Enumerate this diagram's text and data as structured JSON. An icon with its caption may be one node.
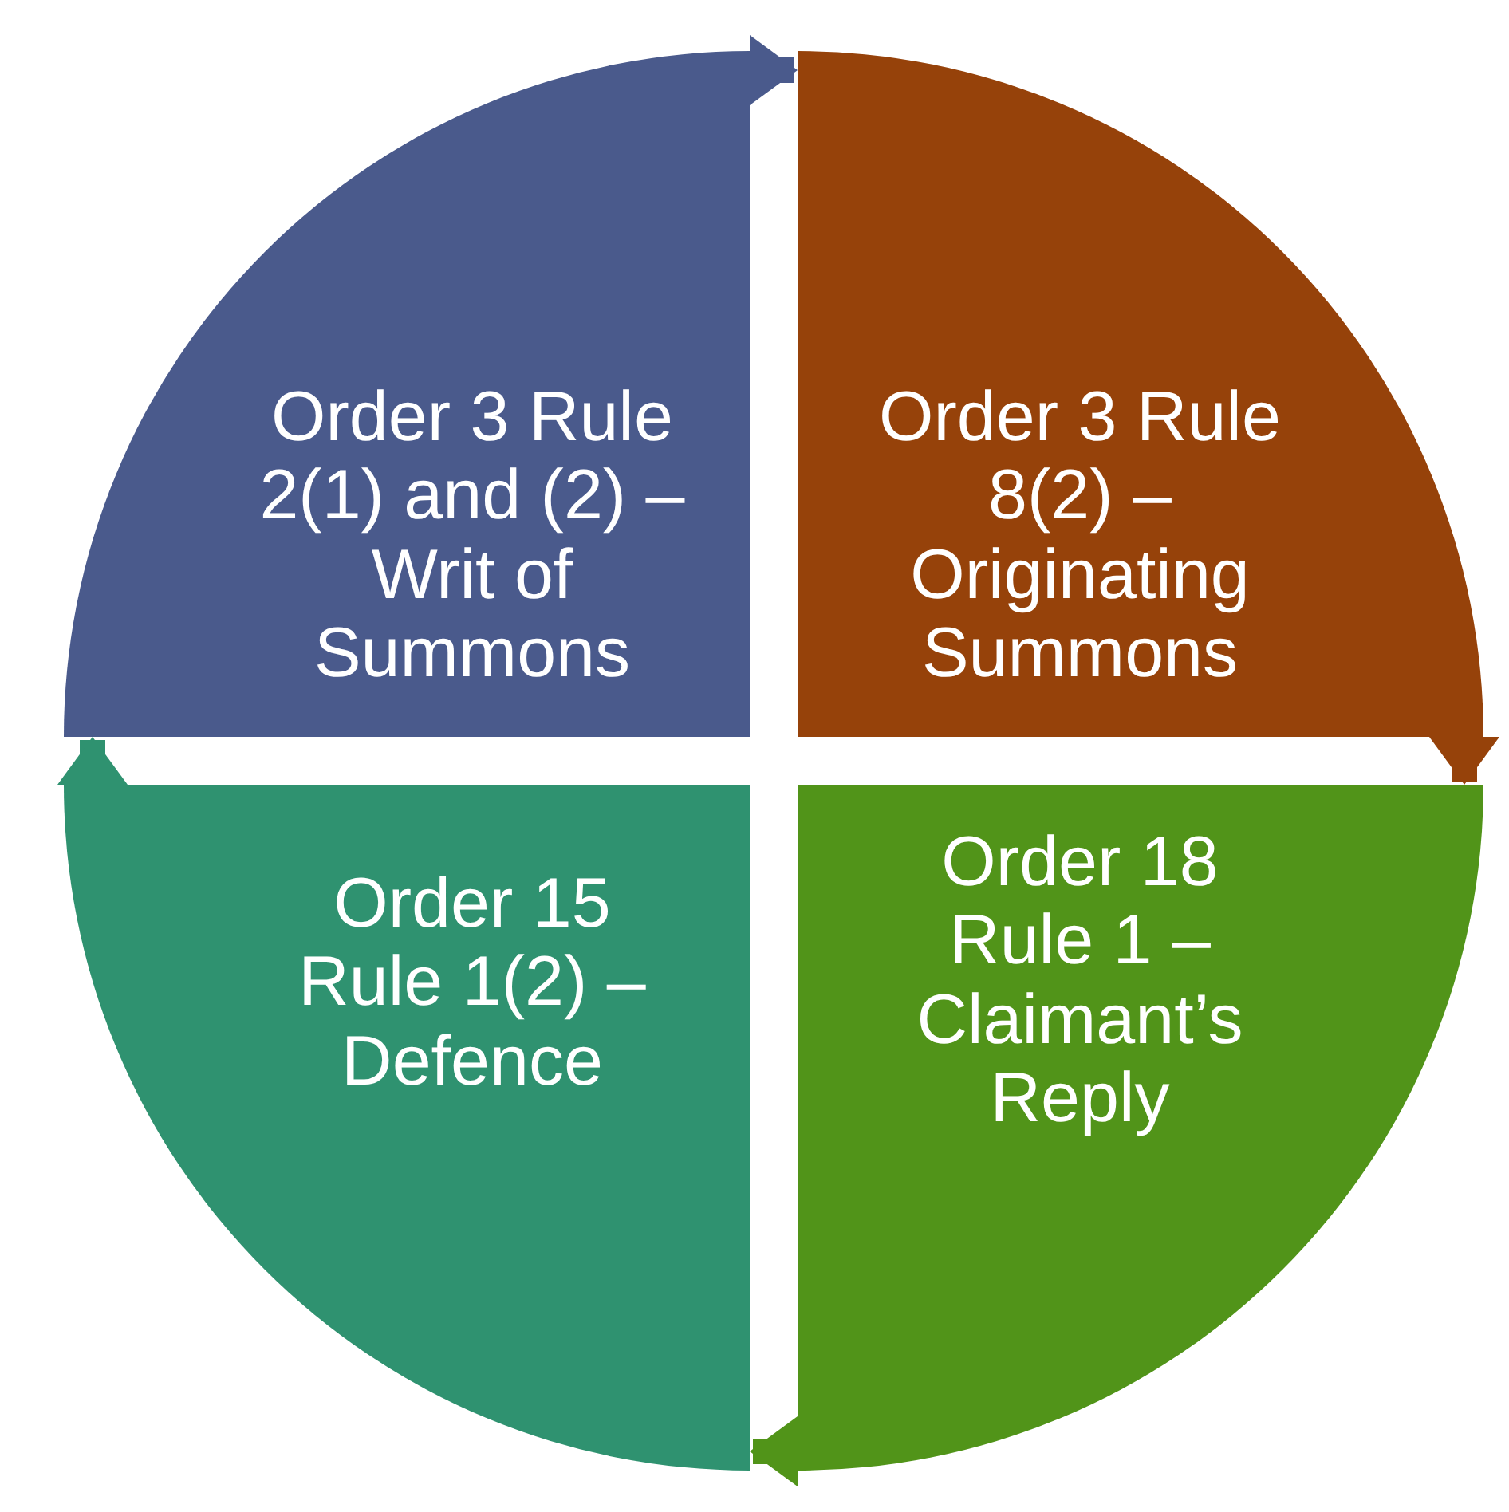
{
  "diagram": {
    "nodes": [
      {
        "text": [
          "Order 3 Rule 2(1) and (2) – Writ of Summons"
        ]
      },
      {
        "text": [
          "Order 3 Rule 8(2) – Originating Summons"
        ]
      },
      {
        "text": [
          "Order 15 Rule 1(2) – Defence"
        ]
      },
      {
        "text": [
          "Order 18 Rule 1 – Claimant’s Reply"
        ]
      }
    ],
    "edges": [
      {
        "from": 0,
        "to": 1,
        "arrow": "to",
        "color": "#4a5a8c"
      },
      {
        "from": 1,
        "to": 3,
        "arrow": "to",
        "color": "#96420a"
      },
      {
        "from": 3,
        "to": 2,
        "arrow": "to",
        "color": "#519419"
      },
      {
        "from": 2,
        "to": 0,
        "arrow": "to",
        "color": "#2f9270"
      }
    ]
  }
}
